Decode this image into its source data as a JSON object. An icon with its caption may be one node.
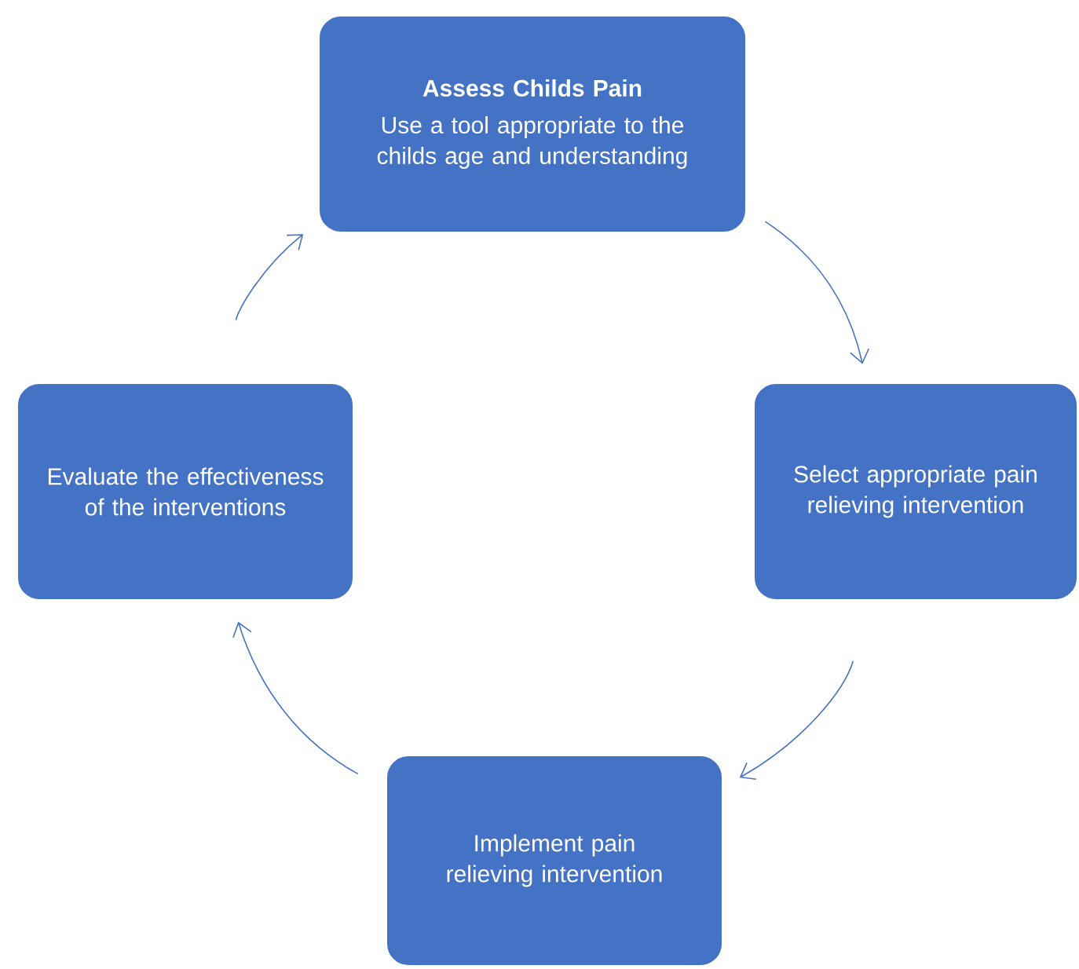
{
  "diagram": {
    "nodes": [
      {
        "text": [
          "Assess Childs Pain",
          "Use a tool appropriate to the childs age and understanding"
        ]
      },
      {
        "text": [
          "Select appropriate pain relieving intervention"
        ]
      },
      {
        "text": [
          "Implement pain relieving intervention"
        ]
      },
      {
        "text": [
          "Evaluate the effectiveness of the interventions"
        ]
      }
    ],
    "edges": [
      {
        "from": 0,
        "to": 1,
        "arrow": "to"
      },
      {
        "from": 1,
        "to": 2,
        "arrow": "to"
      },
      {
        "from": 2,
        "to": 3,
        "arrow": "to"
      },
      {
        "from": 3,
        "to": 0,
        "arrow": "to"
      }
    ]
  }
}
